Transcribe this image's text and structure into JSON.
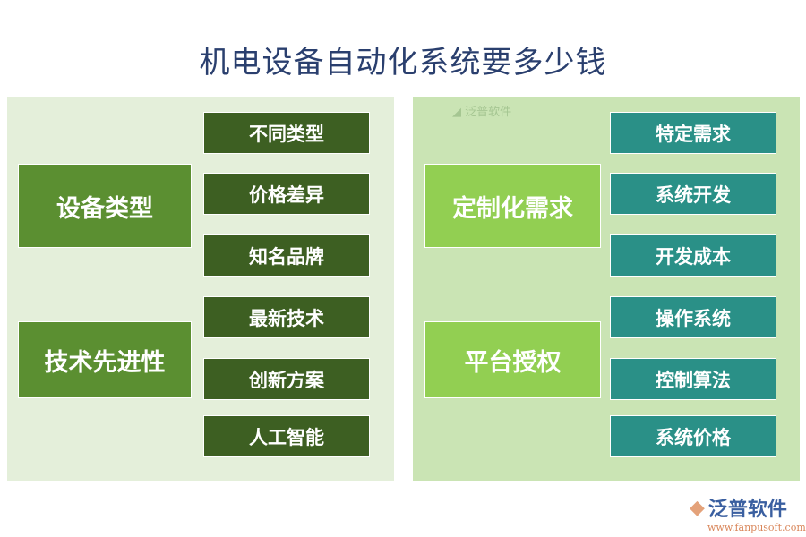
{
  "title": "机电设备自动化系统要多少钱",
  "left": {
    "groups": [
      {
        "label": "设备类型",
        "items": [
          "不同类型",
          "价格差异",
          "知名品牌"
        ]
      },
      {
        "label": "技术先进性",
        "items": [
          "最新技术",
          "创新方案",
          "人工智能"
        ]
      }
    ]
  },
  "right": {
    "groups": [
      {
        "label": "定制化需求",
        "items": [
          "特定需求",
          "系统开发",
          "开发成本"
        ]
      },
      {
        "label": "平台授权",
        "items": [
          "操作系统",
          "控制算法",
          "系统价格"
        ]
      }
    ]
  },
  "watermark": "泛普软件",
  "logo": {
    "name": "泛普软件",
    "url": "www.fanpusoft.com"
  },
  "colors": {
    "left_panel": "#e4efda",
    "right_panel": "#cae4b4",
    "dark_green": "#3d5f22",
    "mid_green": "#5b8f31",
    "light_green": "#92cf52",
    "teal": "#2a9087",
    "title": "#2a3f6e"
  }
}
